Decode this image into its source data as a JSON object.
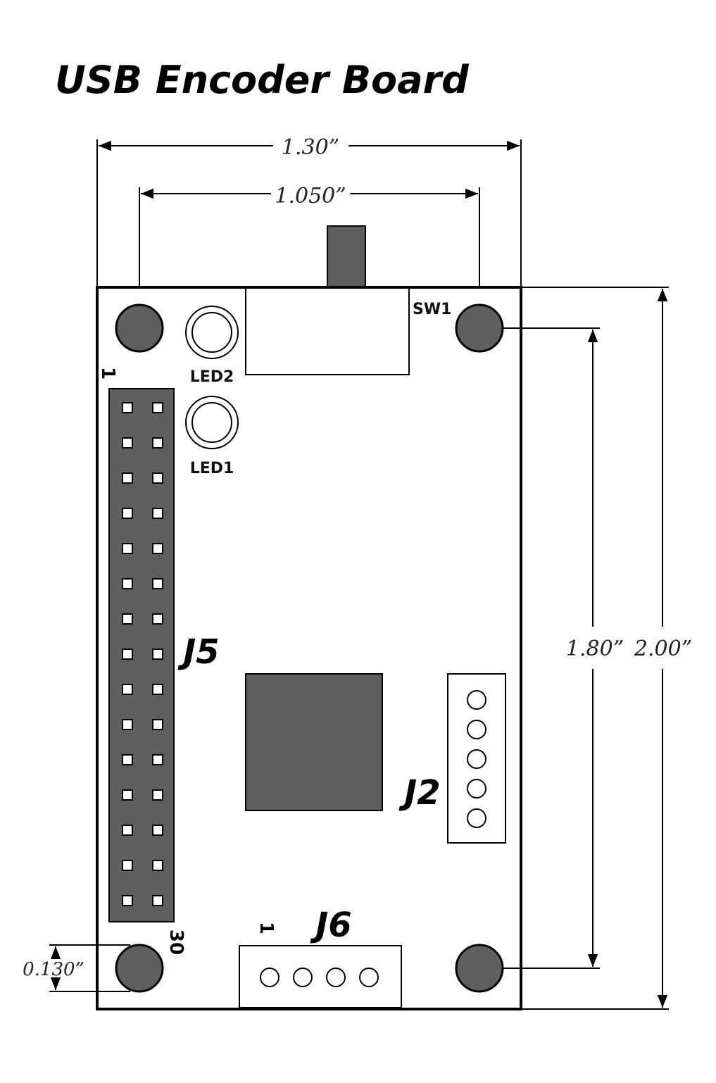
{
  "title": "USB Encoder Board",
  "dimensions": {
    "overall_width": "1.30”",
    "hole_spacing_width": "1.050”",
    "hole_spacing_height": "1.80”",
    "overall_height": "2.00”",
    "hole_offset": "0.130”"
  },
  "components": {
    "switch": "SW1",
    "led2": "LED2",
    "led1": "LED1",
    "j5": "J5",
    "j5_pin_first": "1",
    "j5_pin_last": "30",
    "j2": "J2",
    "j6": "J6",
    "j6_pin_first": "1"
  },
  "colors": {
    "fill_dark": "#5f5f5f",
    "stroke": "#000000",
    "background": "#ffffff"
  }
}
